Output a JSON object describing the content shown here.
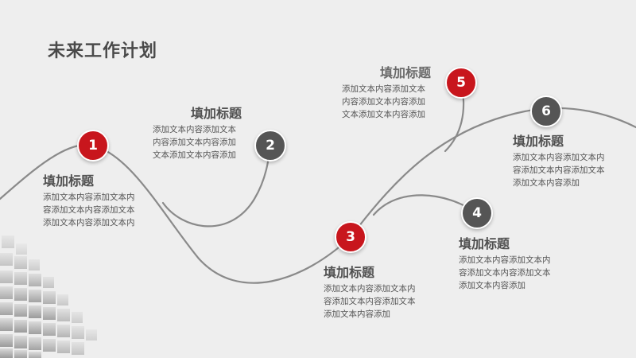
{
  "title": "未来工作计划",
  "milestones": [
    {
      "number": "1",
      "color": "#c8161d",
      "heading": "填加标题",
      "lines": [
        "添加文本内容添加文本内",
        "容添加文本内容添加文本",
        "添加文本内容添加文本内"
      ]
    },
    {
      "number": "2",
      "color": "#555555",
      "heading": "填加标题",
      "lines": [
        "添加文本内容添加文本",
        "内容添加文本内容添加",
        "文本添加文本内容添加"
      ]
    },
    {
      "number": "3",
      "color": "#c8161d",
      "heading": "填加标题",
      "lines": [
        "添加文本内容添加文本内",
        "容添加文本内容添加文本",
        "添加文本内容添加"
      ]
    },
    {
      "number": "4",
      "color": "#555555",
      "heading": "填加标题",
      "lines": [
        "添加文本内容添加文本内",
        "容添加文本内容添加文本",
        "添加文本内容添加"
      ]
    },
    {
      "number": "5",
      "color": "#c8161d",
      "heading": "填加标题",
      "lines": [
        "添加文本内容添加文本",
        "内容添加文本内容添加",
        "文本添加文本内容添加"
      ]
    },
    {
      "number": "6",
      "color": "#555555",
      "heading": "填加标题",
      "lines": [
        "添加文本内容添加文本内",
        "容添加文本内容添加文本",
        "添加文本内容添加"
      ]
    }
  ]
}
